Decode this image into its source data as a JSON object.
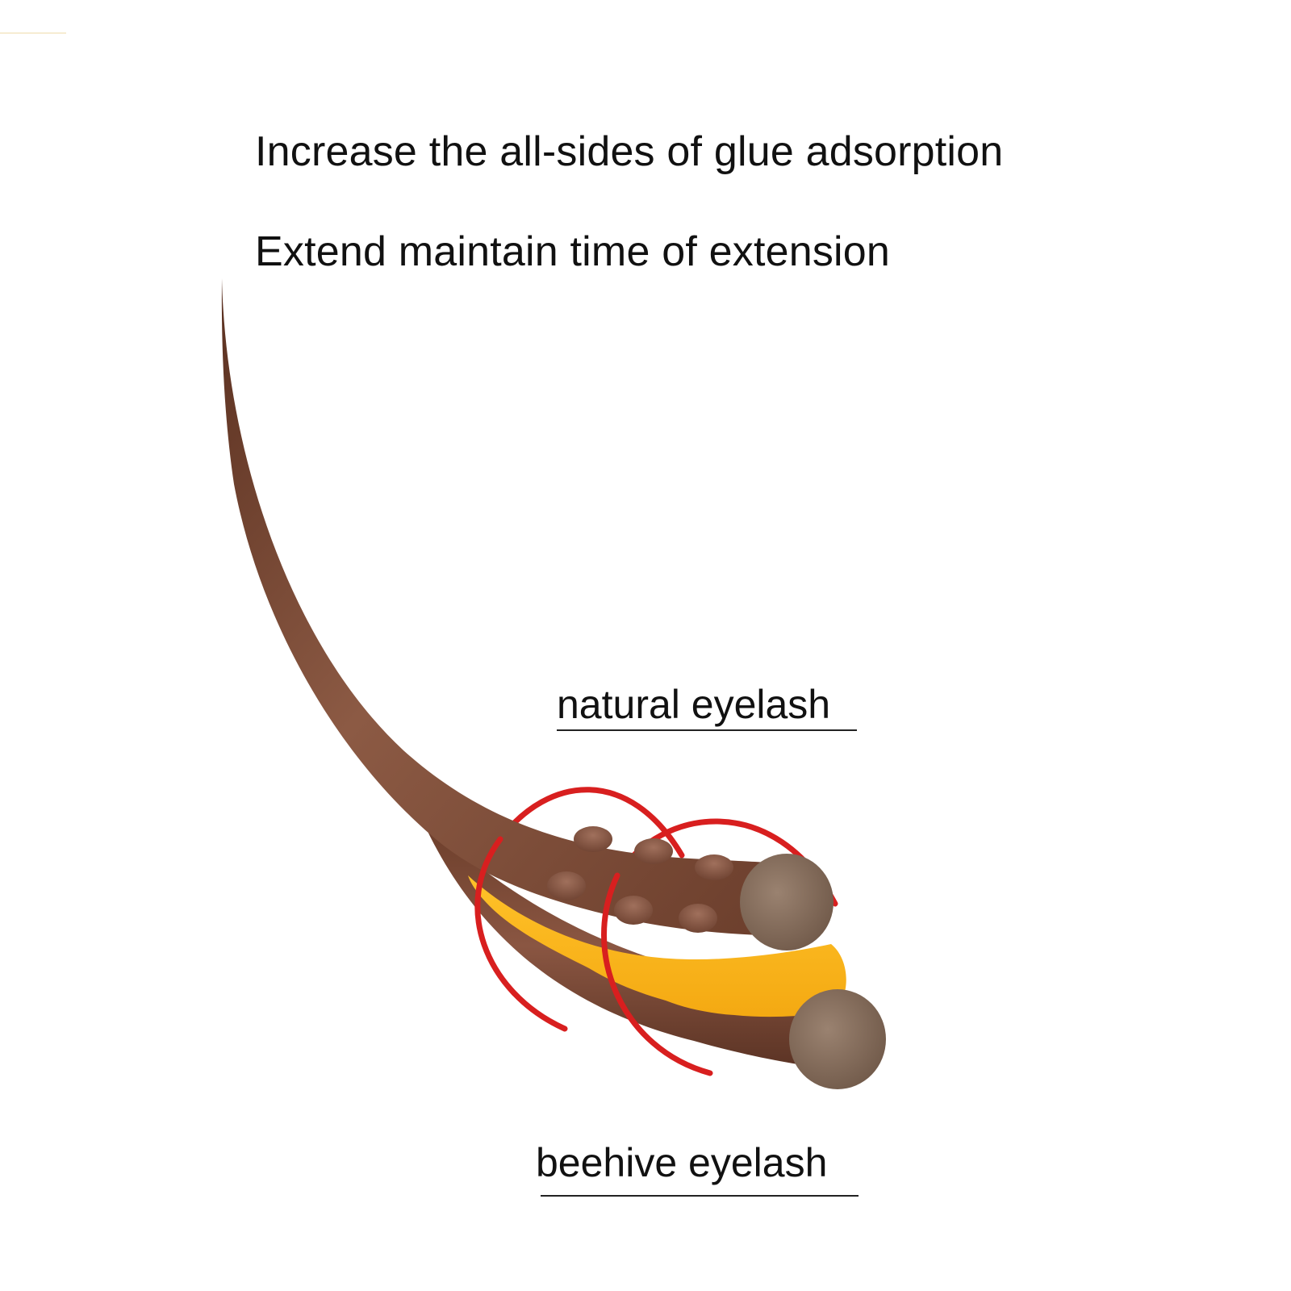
{
  "headlines": {
    "line1": "Increase the all-sides of glue adsorption",
    "line2": "Extend maintain time of extension"
  },
  "labels": {
    "natural": "natural eyelash",
    "beehive": "beehive eyelash"
  },
  "colors": {
    "background": "#ffffff",
    "lash_brown": "#7a4a35",
    "lash_tip": "#8a7060",
    "glue_yellow": "#fbb61c",
    "ring_red": "#d81f1f",
    "text": "#111111"
  }
}
